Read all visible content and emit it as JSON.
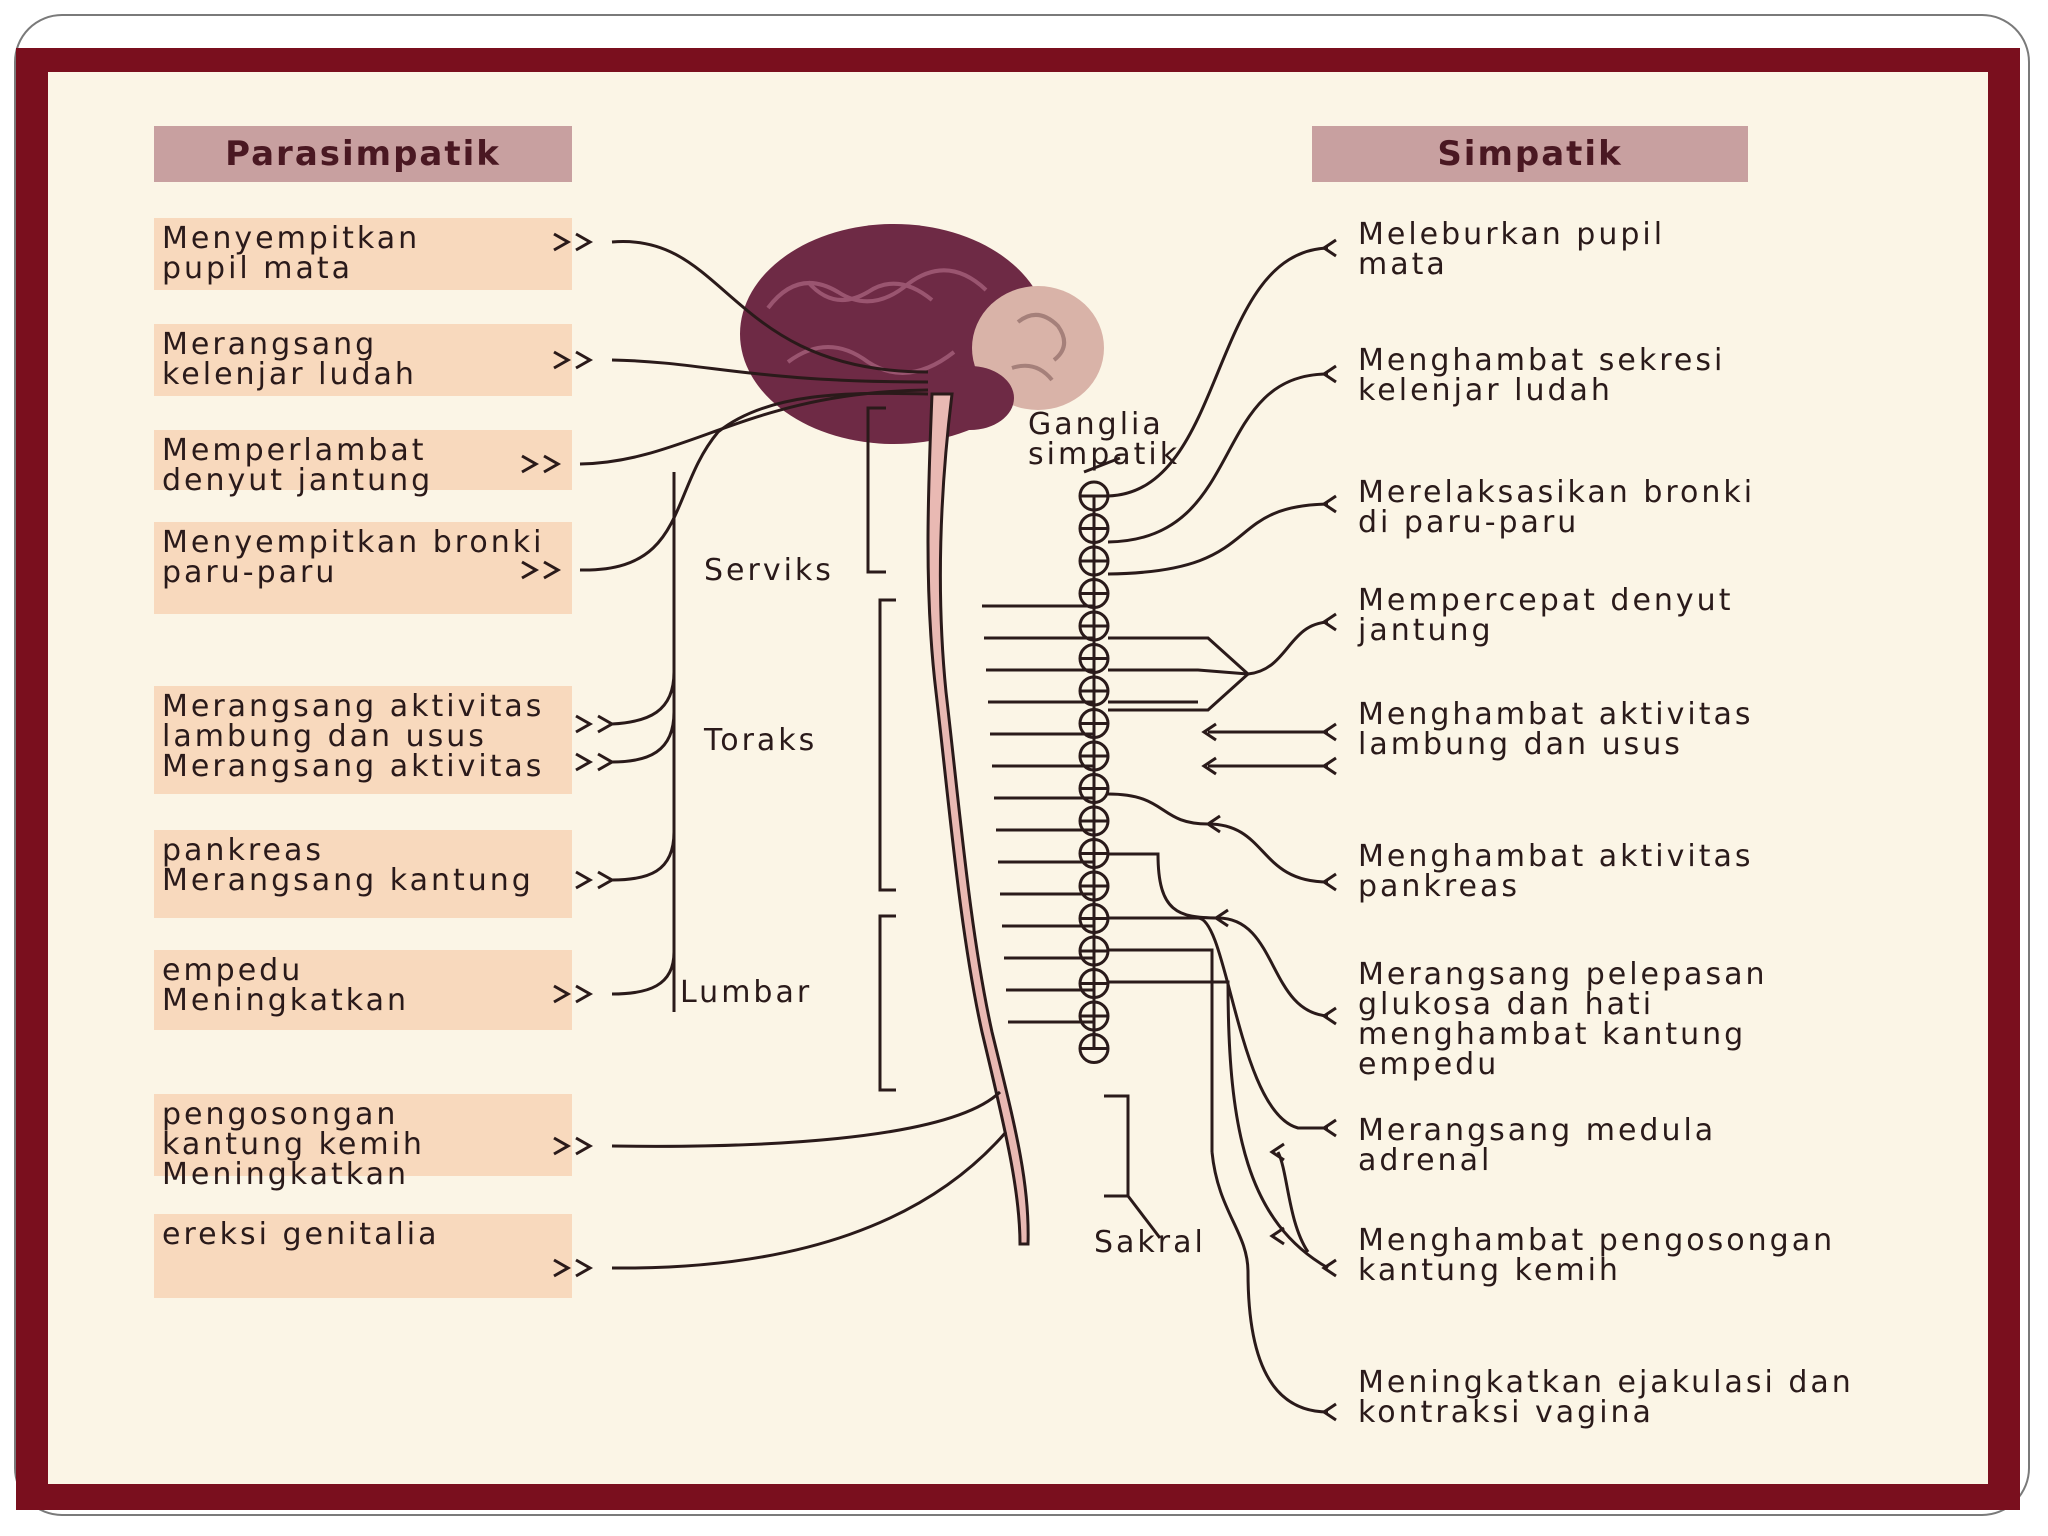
{
  "headers": {
    "left": "Parasimpatik",
    "right": "Simpatik"
  },
  "parasympathetic": [
    "Menyempitkan\npupil mata",
    "Merangsang\nkelenjar ludah",
    "Memperlambat\ndenyut jantung",
    "Menyempitkan bronki\nparu-paru",
    "Merangsang aktivitas\nlambung dan usus\nMerangsang aktivitas",
    "pankreas\nMerangsang kantung",
    "empedu\nMeningkatkan",
    "pengosongan\nkantung kemih\nMeningkatkan",
    "ereksi genitalia"
  ],
  "sympathetic": [
    "Meleburkan pupil\nmata",
    "Menghambat sekresi\nkelenjar ludah",
    "Merelaksasikan bronki\ndi paru-paru",
    "Mempercepat denyut\njantung",
    "Menghambat aktivitas\nlambung dan usus",
    "Menghambat aktivitas\npankreas",
    "Merangsang pelepasan\nglukosa dan hati\nmenghambat kantung\nempedu",
    "Merangsang medula\nadrenal",
    "Menghambat pengosongan\nkantung kemih",
    "Meningkatkan ejakulasi dan\nkontraksi vagina"
  ],
  "regions": {
    "ganglia": "Ganglia\nsimpatik",
    "serviks": "Serviks",
    "toraks": "Toraks",
    "lumbar": "Lumbar",
    "sakral": "Sakral"
  },
  "colors": {
    "frame": "#7a0f1e",
    "panel": "#fbf5e6",
    "header": "#c8a0a0",
    "box": "#f8d9bd",
    "brain": "#6e2a45",
    "cord": "#e9b9b3",
    "line": "#2a1a1a"
  }
}
